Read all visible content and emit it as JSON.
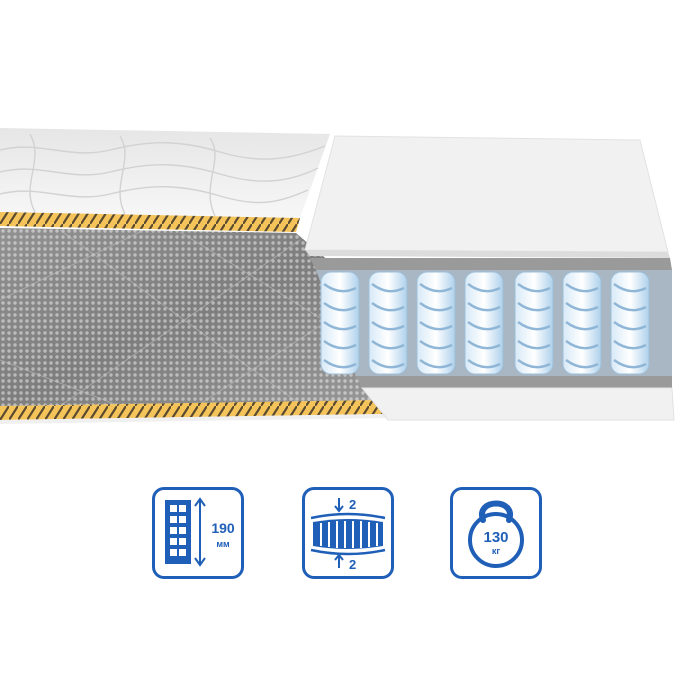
{
  "product": {
    "image": "mattress-cutaway-illustration",
    "layers": [
      "quilted-cover",
      "mesh-side-fabric",
      "foam-top",
      "pocket-spring-block",
      "felt-layer",
      "foam-bottom"
    ]
  },
  "features": [
    {
      "icon": "mattress-height-icon",
      "value": "190",
      "unit": "мм"
    },
    {
      "icon": "firmness-sides-icon",
      "top_value": "2",
      "bottom_value": "2"
    },
    {
      "icon": "kettlebell-weight-icon",
      "value": "130",
      "unit": "кг"
    }
  ],
  "colors": {
    "accent": "#1f5fb8",
    "piping": "#f2b33a",
    "mesh": "#8f8f8f",
    "foam": "#f2f2f2",
    "spring": "#bcd9ef"
  }
}
